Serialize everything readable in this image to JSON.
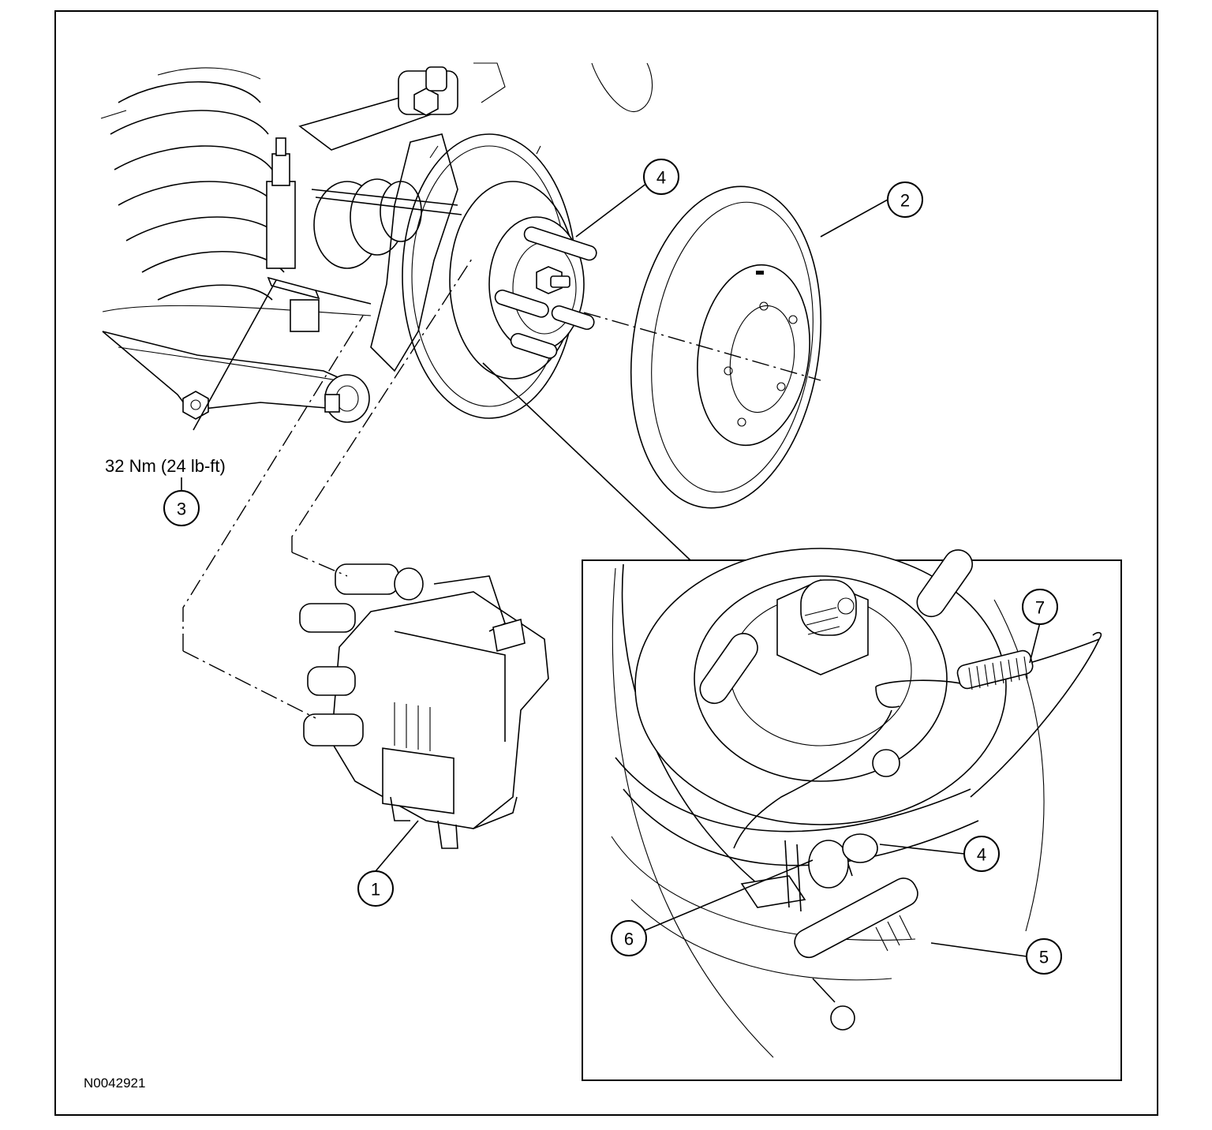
{
  "figure": {
    "id": "N0042921",
    "torque": "32 Nm (24 lb-ft)",
    "callouts": {
      "c1": "1",
      "c2": "2",
      "c3": "3",
      "c4_main": "4",
      "c4_detail": "4",
      "c5": "5",
      "c6": "6",
      "c7": "7"
    }
  }
}
